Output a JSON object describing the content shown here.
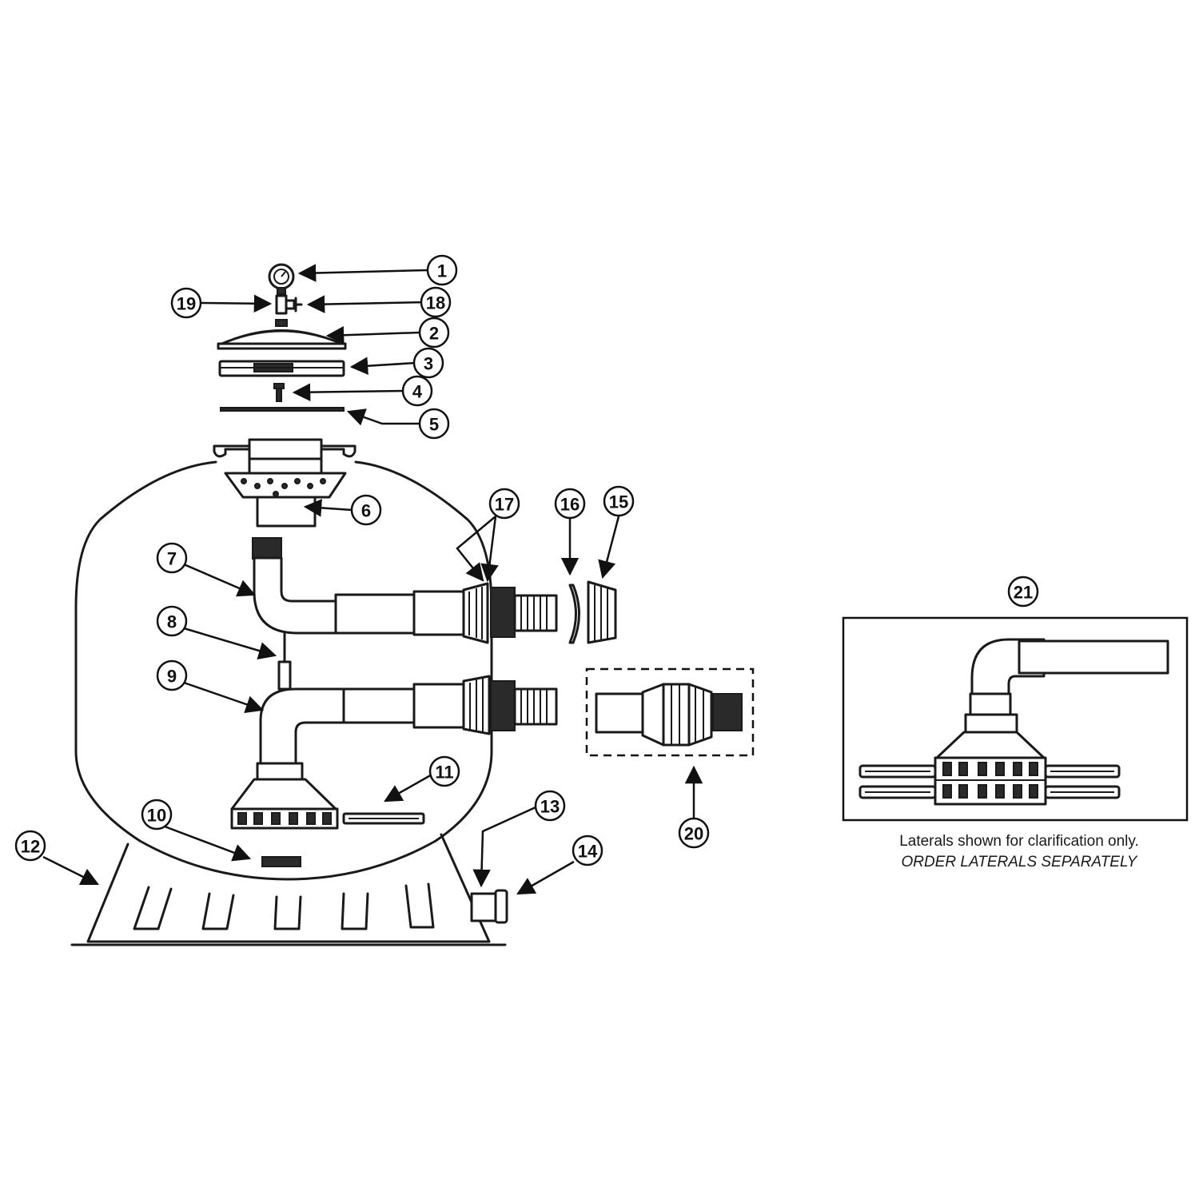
{
  "callouts": {
    "c1": "1",
    "c2": "2",
    "c3": "3",
    "c4": "4",
    "c5": "5",
    "c6": "6",
    "c7": "7",
    "c8": "8",
    "c9": "9",
    "c10": "10",
    "c11": "11",
    "c12": "12",
    "c13": "13",
    "c14": "14",
    "c15": "15",
    "c16": "16",
    "c17": "17",
    "c18": "18",
    "c19": "19",
    "c20": "20",
    "c21": "21"
  },
  "inset": {
    "caption_line1": "Laterals shown for clarification only.",
    "caption_line2": "ORDER LATERALS SEPARATELY"
  }
}
